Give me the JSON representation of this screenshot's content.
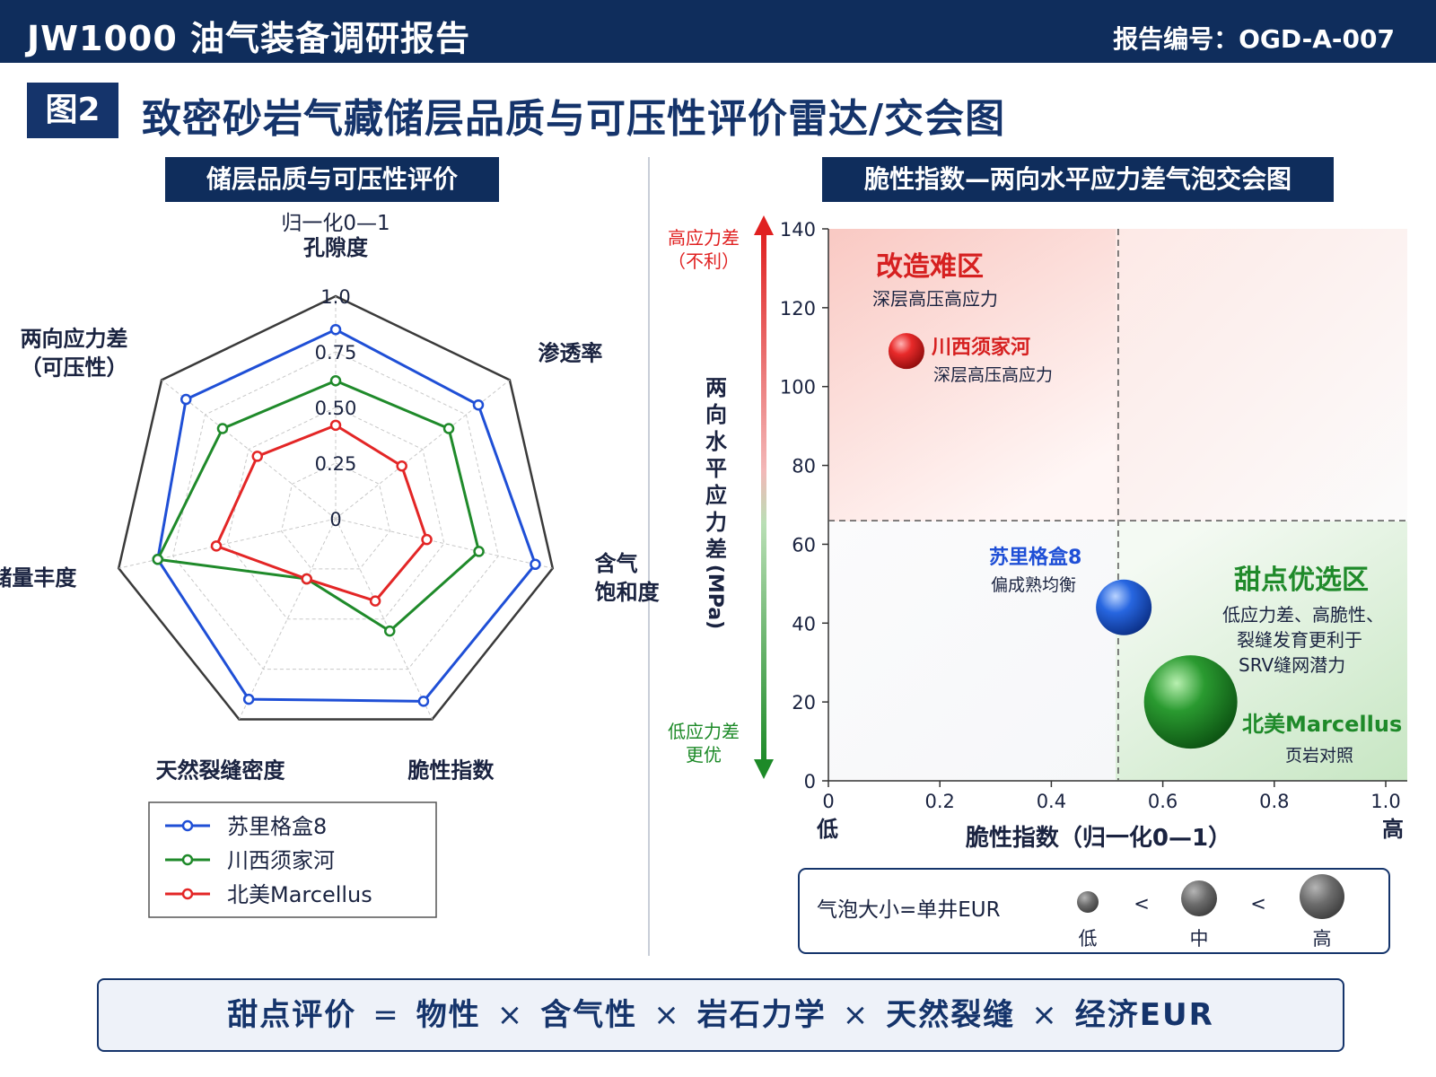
{
  "header": {
    "title": "JW1000 油气装备调研报告",
    "report_number": "报告编号：OGD-A-007"
  },
  "figure": {
    "badge": "图2",
    "title": "致密砂岩气藏储层品质与可压性评价雷达/交会图"
  },
  "colors": {
    "navy": "#0f2d5c",
    "blue_series": "#1f4fd6",
    "green_series": "#1f8a2a",
    "red_series": "#e32626"
  },
  "radar_panel": {
    "banner": "储层品质与可压性评价",
    "scale_note": "归一化0—1",
    "axis_labels": [
      [
        "孔隙度"
      ],
      [
        "渗透率"
      ],
      [
        "含气",
        "饱和度"
      ],
      [
        "脆性指数"
      ],
      [
        "天然裂缝密度"
      ],
      [
        "储量丰度"
      ],
      [
        "两向应力差",
        "（可压性）"
      ]
    ],
    "ring_labels": [
      "0",
      "0.25",
      "0.50",
      "0.75",
      "1.0"
    ]
  },
  "bubble_panel": {
    "banner": "脆性指数—两向水平应力差气泡交会图",
    "high_stress_label": [
      "高应力差",
      "（不利）"
    ],
    "low_stress_label": [
      "低应力差",
      "更优"
    ],
    "y_axis_title": [
      "两",
      "向",
      "水",
      "平",
      "应",
      "力",
      "差",
      "(MPa)"
    ],
    "x_axis_title": "脆性指数（归一化0—1）",
    "x_low": "低",
    "x_high": "高",
    "x_tick_labels": [
      "0",
      "0.2",
      "0.4",
      "0.6",
      "0.8",
      "1.0"
    ],
    "y_tick_labels": [
      "0",
      "20",
      "40",
      "60",
      "80",
      "100",
      "120",
      "140"
    ],
    "zone_hard": {
      "title": "改造难区",
      "subtitle": "深层高压高应力"
    },
    "zone_sweet": {
      "title": "甜点优选区",
      "lines": [
        "低应力差、高脆性、",
        "裂缝发育更利于",
        "SRV缝网潜力"
      ]
    },
    "bubble_labels": [
      {
        "name": "川西须家河",
        "note": "深层高压高应力"
      },
      {
        "name": "苏里格盒8",
        "note": "偏成熟均衡"
      },
      {
        "name": "北美Marcellus",
        "note": "页岩对照"
      }
    ]
  },
  "legend": {
    "items": [
      "苏里格盒8",
      "川西须家河",
      "北美Marcellus"
    ]
  },
  "size_legend": {
    "label": "气泡大小=单井EUR",
    "levels": [
      "低",
      "中",
      "高"
    ],
    "separator": "<"
  },
  "formula": {
    "terms": [
      "甜点评价",
      "物性",
      "含气性",
      "岩石力学",
      "天然裂缝",
      "经济EUR"
    ],
    "equals": "=",
    "times": "×"
  },
  "chart_data": [
    {
      "type": "radar",
      "title": "储层品质与可压性评价",
      "scale": [
        0,
        1
      ],
      "axes": [
        "孔隙度",
        "渗透率",
        "含气饱和度",
        "脆性指数",
        "天然裂缝密度",
        "储量丰度",
        "两向应力差（可压性）"
      ],
      "series": [
        {
          "name": "苏里格盒8",
          "color": "#1f4fd6",
          "values": [
            0.85,
            0.82,
            0.92,
            0.91,
            0.9,
            0.82,
            0.86
          ]
        },
        {
          "name": "川西须家河",
          "color": "#1f8a2a",
          "values": [
            0.62,
            0.65,
            0.66,
            0.56,
            0.3,
            0.82,
            0.65
          ]
        },
        {
          "name": "北美Marcellus",
          "color": "#e32626",
          "values": [
            0.42,
            0.38,
            0.42,
            0.41,
            0.3,
            0.55,
            0.45
          ]
        }
      ]
    },
    {
      "type": "scatter",
      "subtype": "bubble",
      "title": "脆性指数—两向水平应力差气泡交会图",
      "xlabel": "脆性指数（归一化0—1）",
      "ylabel": "两向水平应力差(MPa)",
      "xlim": [
        0,
        1.05
      ],
      "ylim": [
        0,
        140
      ],
      "x_threshold": 0.52,
      "y_threshold": 66,
      "size_meaning": "单井EUR",
      "series": [
        {
          "name": "川西须家河",
          "x": 0.14,
          "y": 109,
          "size": "低",
          "color": "#e32626"
        },
        {
          "name": "苏里格盒8",
          "x": 0.53,
          "y": 44,
          "size": "中",
          "color": "#1f4fd6"
        },
        {
          "name": "北美Marcellus",
          "x": 0.65,
          "y": 20,
          "size": "高",
          "color": "#1f8a2a"
        }
      ]
    }
  ]
}
